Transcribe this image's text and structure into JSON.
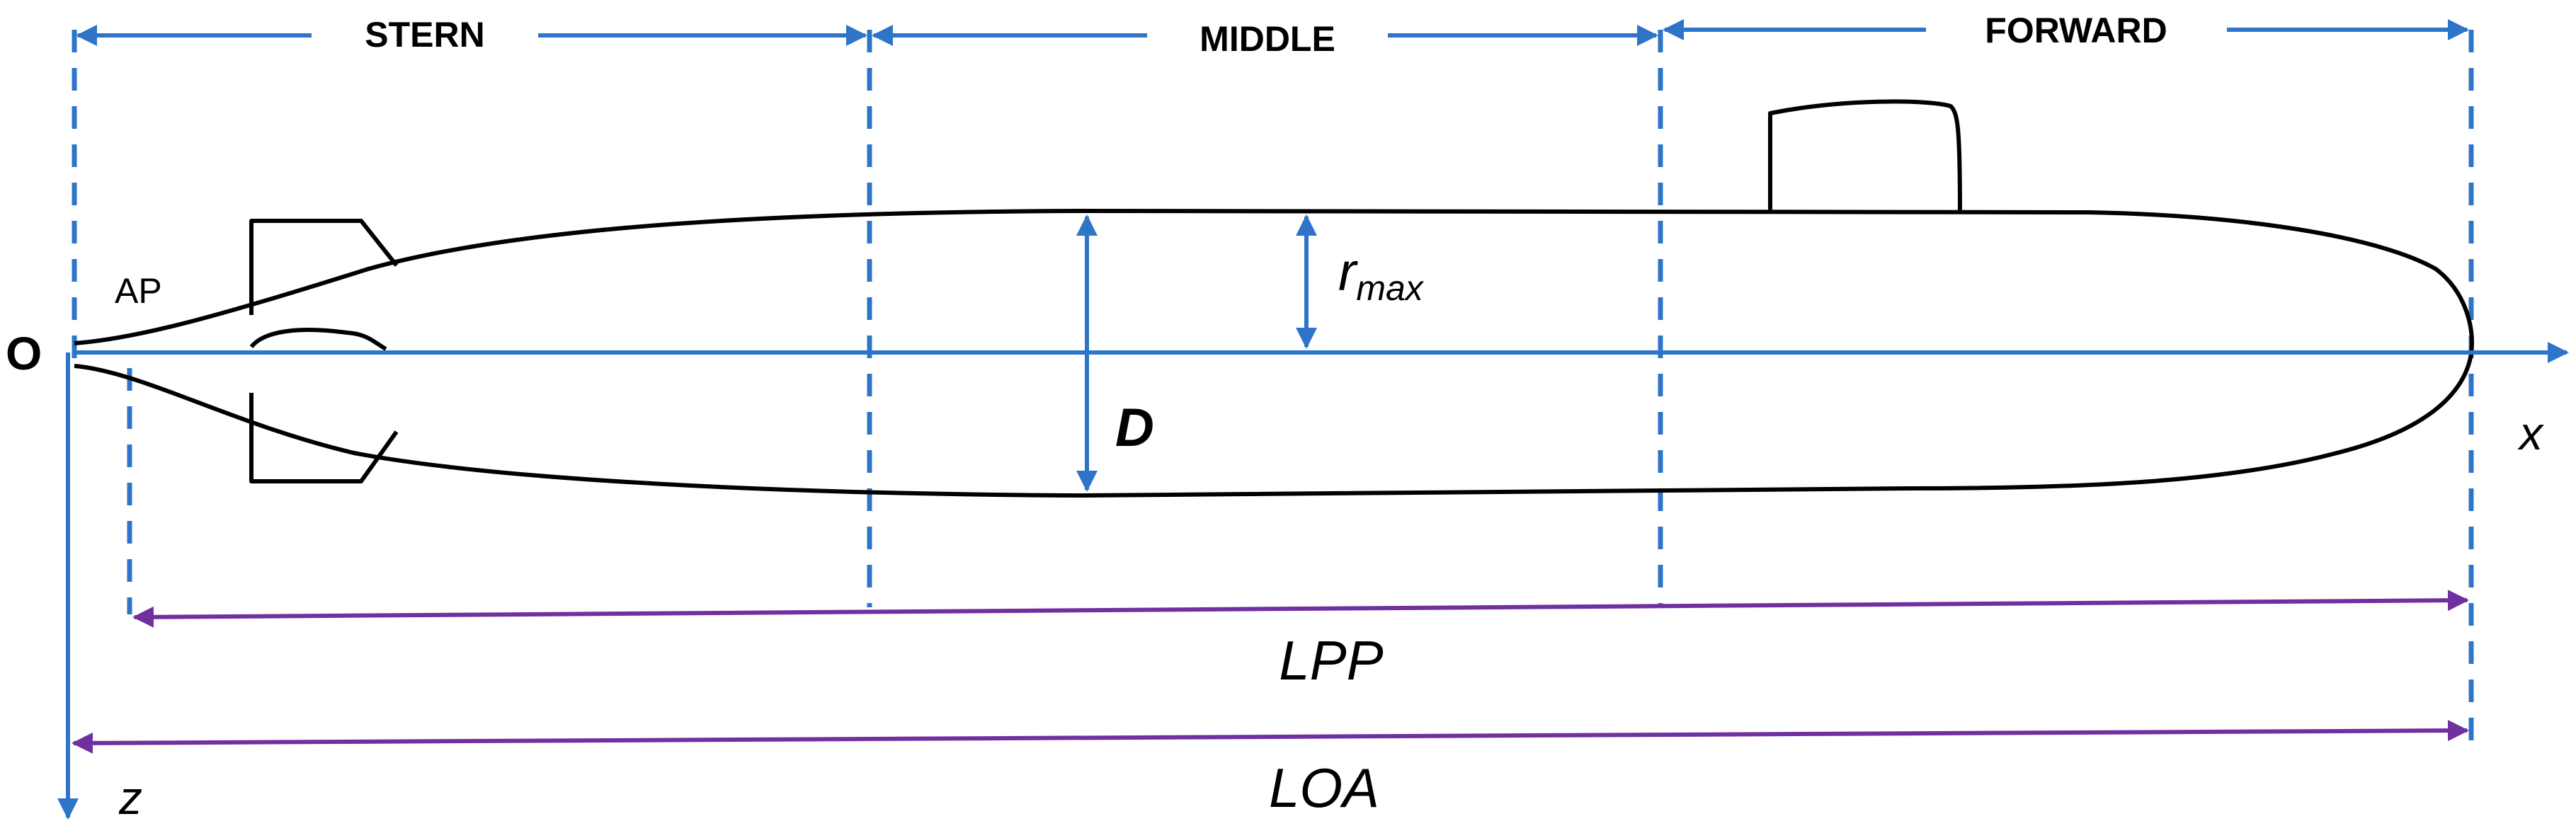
{
  "sections": {
    "stern": "STERN",
    "middle": "MIDDLE",
    "forward": "FORWARD"
  },
  "labels": {
    "origin": "O",
    "aft_perpendicular": "AP",
    "x_axis": "x",
    "z_axis": "z",
    "diameter": "D",
    "radius": "r",
    "radius_subscript": "max",
    "length_between_perpendiculars": "LPP",
    "length_overall": "LOA"
  },
  "colors": {
    "axis_blue": "#2E75C9",
    "dimension_purple": "#7030A0",
    "outline": "#000000"
  }
}
